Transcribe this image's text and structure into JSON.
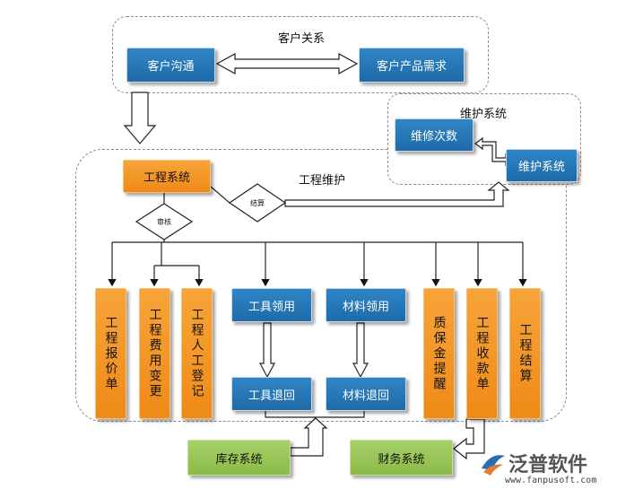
{
  "regions": {
    "customer_relations": "客户关系",
    "engineering_maintenance": "工程维护",
    "maintenance_system": "维护系统"
  },
  "nodes": {
    "customer_communication": "客户沟通",
    "customer_product_demand": "客户产品需求",
    "maintenance_count": "维修次数",
    "maintenance_system_box": "维护系统",
    "engineering_system": "工程系统",
    "review": "审核",
    "settlement": "结算",
    "engineering_quote": "工程报价单",
    "engineering_cost_change": "工程费用变更",
    "engineering_labor_registration": "工程人工登记",
    "tool_requisition": "工具领用",
    "material_requisition": "材料领用",
    "tool_return": "工具退回",
    "material_return": "材料退回",
    "warranty_reminder": "质保金提醒",
    "engineering_receipt": "工程收款单",
    "engineering_settlement": "工程结算",
    "inventory_system": "库存系统",
    "finance_system": "财务系统"
  },
  "logo": {
    "name": "泛普软件",
    "url": "www.fanpusoft.com"
  },
  "colors": {
    "blue": "#2575b8",
    "orange": "#f39a2a",
    "green": "#98c556",
    "border": "#8c8c8c"
  }
}
